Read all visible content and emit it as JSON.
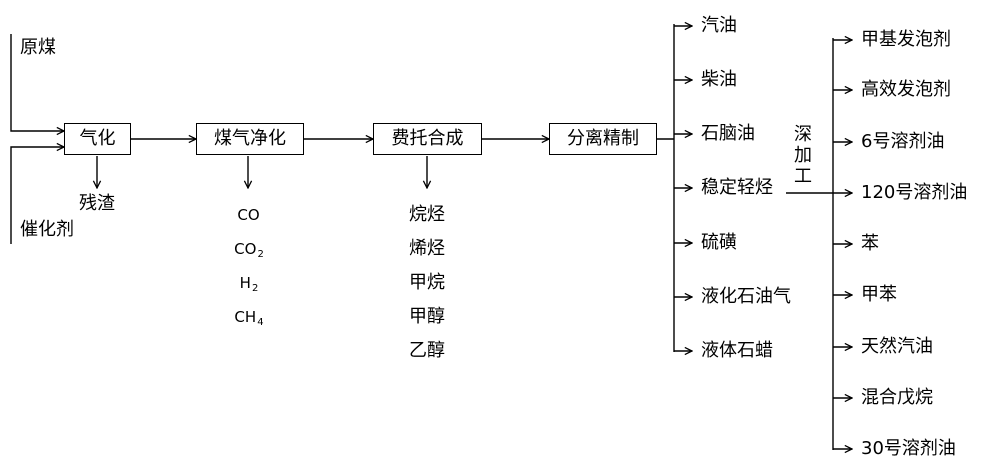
{
  "inputs": {
    "coal": "原煤",
    "catalyst": "催化剂"
  },
  "steps": {
    "gasification": "气化",
    "gas_cleaning": "煤气净化",
    "ft_synthesis": "费托合成",
    "separation": "分离精制"
  },
  "byproducts": {
    "slag": "残渣"
  },
  "gas_components": [
    {
      "base": "CO",
      "sub": ""
    },
    {
      "base": "CO",
      "sub": "2"
    },
    {
      "base": "H",
      "sub": "2"
    },
    {
      "base": "CH",
      "sub": "4"
    }
  ],
  "synthesis_products": [
    "烷烃",
    "烯烃",
    "甲烷",
    "甲醇",
    "乙醇"
  ],
  "separated_products": [
    "汽油",
    "柴油",
    "石脑油",
    "稳定轻烃",
    "硫磺",
    "液化石油气",
    "液体石蜡"
  ],
  "deep_processing": {
    "label": "深加工",
    "products": [
      "甲基发泡剂",
      "高效发泡剂",
      "6号溶剂油",
      "120号溶剂油",
      "苯",
      "甲苯",
      "天然汽油",
      "混合戊烷",
      "30号溶剂油"
    ]
  }
}
